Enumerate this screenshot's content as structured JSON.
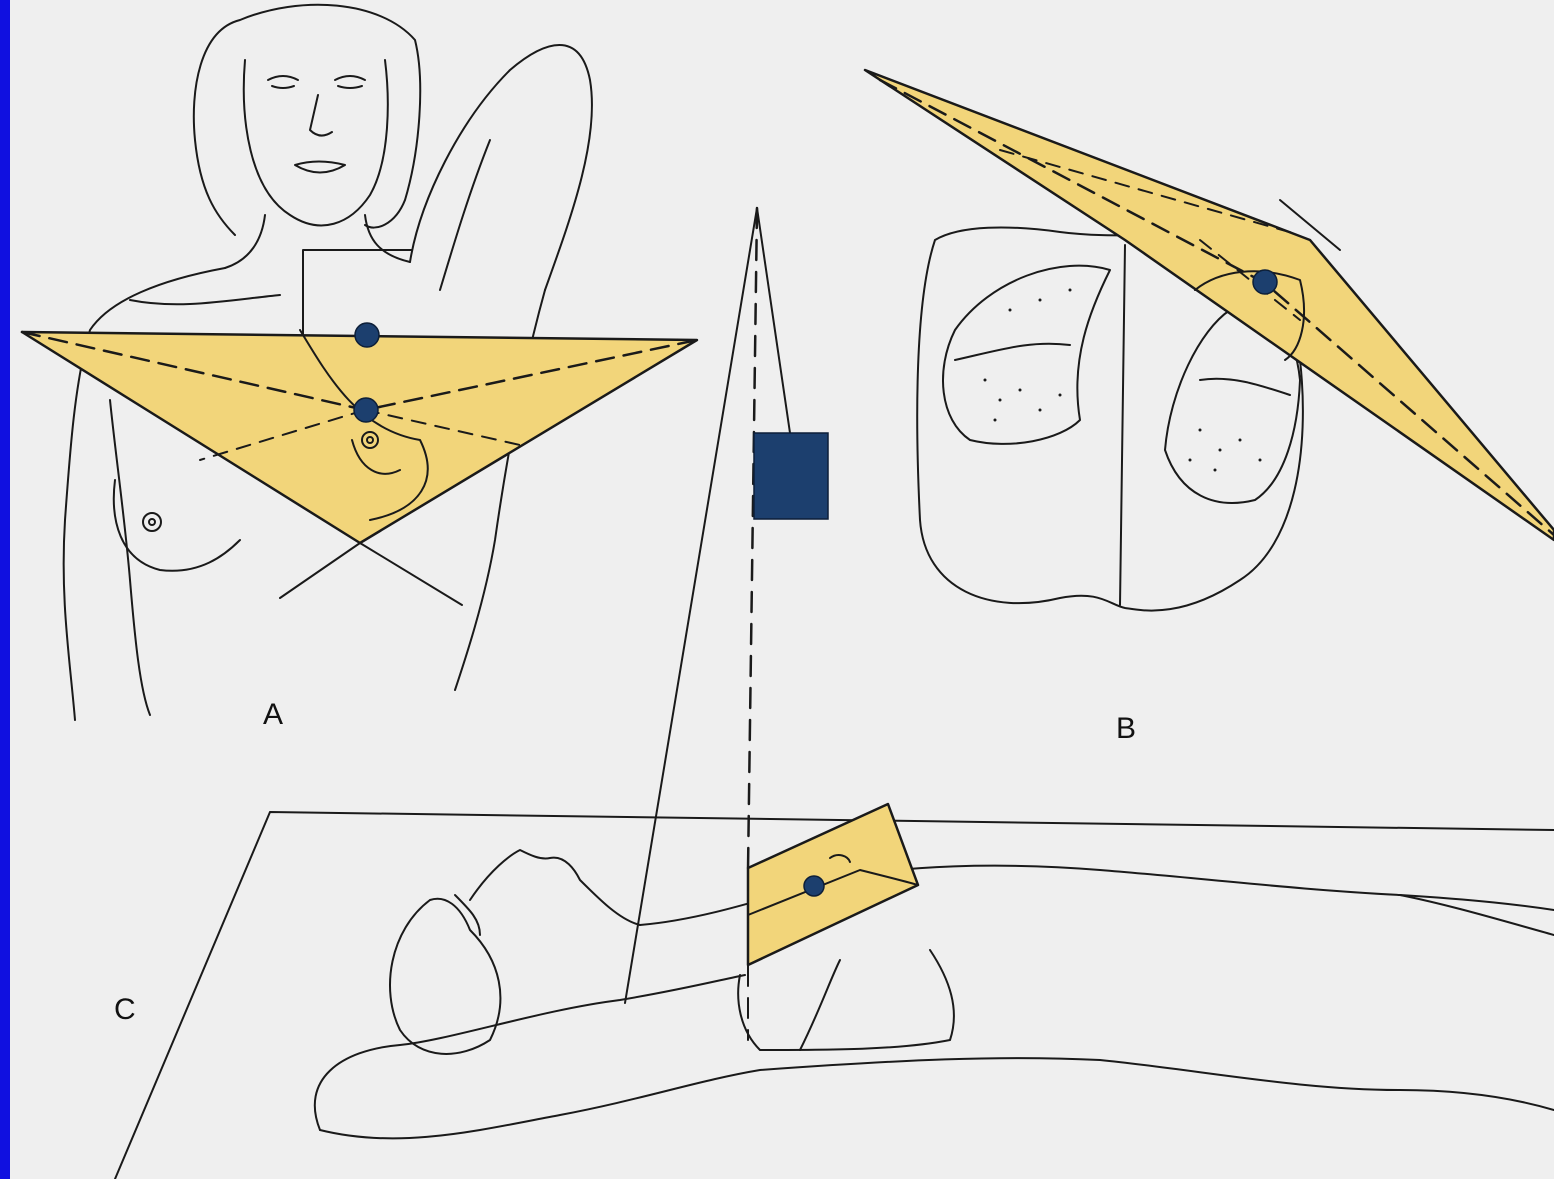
{
  "panels": {
    "a": {
      "label": "A"
    },
    "b": {
      "label": "B"
    },
    "c": {
      "label": "C"
    }
  },
  "colors": {
    "frame": "#1010e0",
    "background": "#efefef",
    "field_fill": "#f2d57a",
    "marker": "#1c3f6e",
    "line": "#1a1a1a"
  }
}
